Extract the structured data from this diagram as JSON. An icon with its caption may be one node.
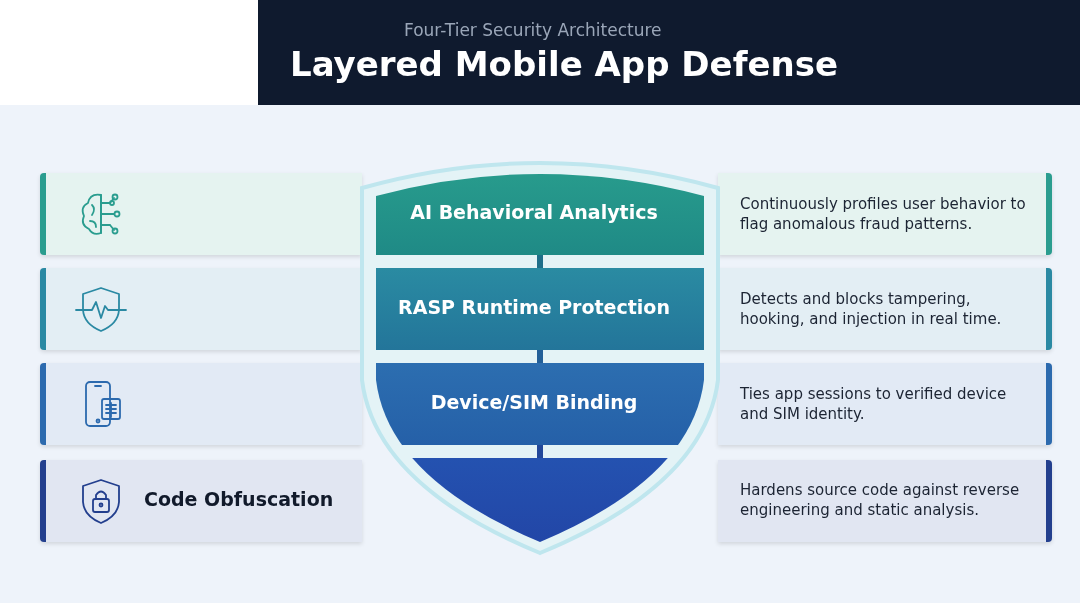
{
  "diagram": {
    "title": "Layered Mobile App Defense",
    "nodes": [
      {
        "text": [
          "AI Behavioral Analytics",
          "Continuously profiles user behavior to flag anomalous fraud patterns."
        ]
      },
      {
        "text": [
          "RASP Runtime Protection",
          "Detects and blocks tampering, hooking, and injection in real time."
        ]
      },
      {
        "text": [
          "Device/SIM Binding",
          "Ties app sessions to verified device and SIM identity."
        ]
      },
      {
        "text": [
          "Code Obfuscation",
          "Hardens source code against reverse engineering and static analysis."
        ]
      }
    ],
    "labels": [
      "Four-Tier Security Architecture"
    ]
  }
}
